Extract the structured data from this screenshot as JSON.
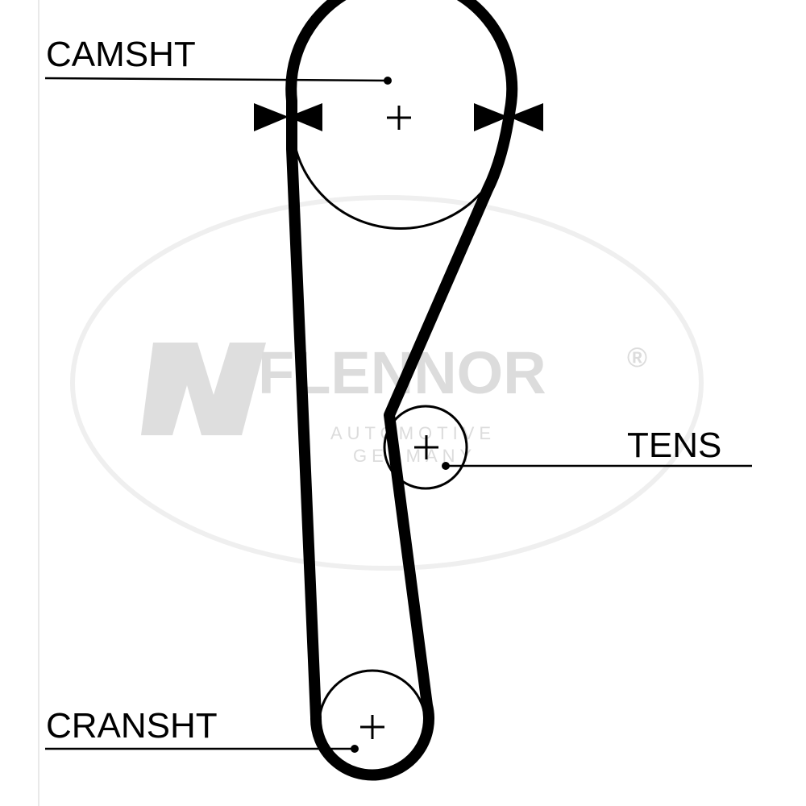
{
  "labels": {
    "camshaft": "CAMSHT",
    "tensioner": "TENS",
    "crankshaft": "CRANSHT"
  },
  "watermark": {
    "brand": "FLENNOR",
    "registered": "®",
    "line1": "AUTOMOTIVE",
    "line2": "GERMANY",
    "color": "#dcdcdc"
  },
  "colors": {
    "belt": "#000000",
    "pulley": "#000000",
    "background": "#ffffff"
  },
  "icons": {
    "timing_marks": "double-arrow-icon",
    "pulley_centers": "plus-icon"
  }
}
